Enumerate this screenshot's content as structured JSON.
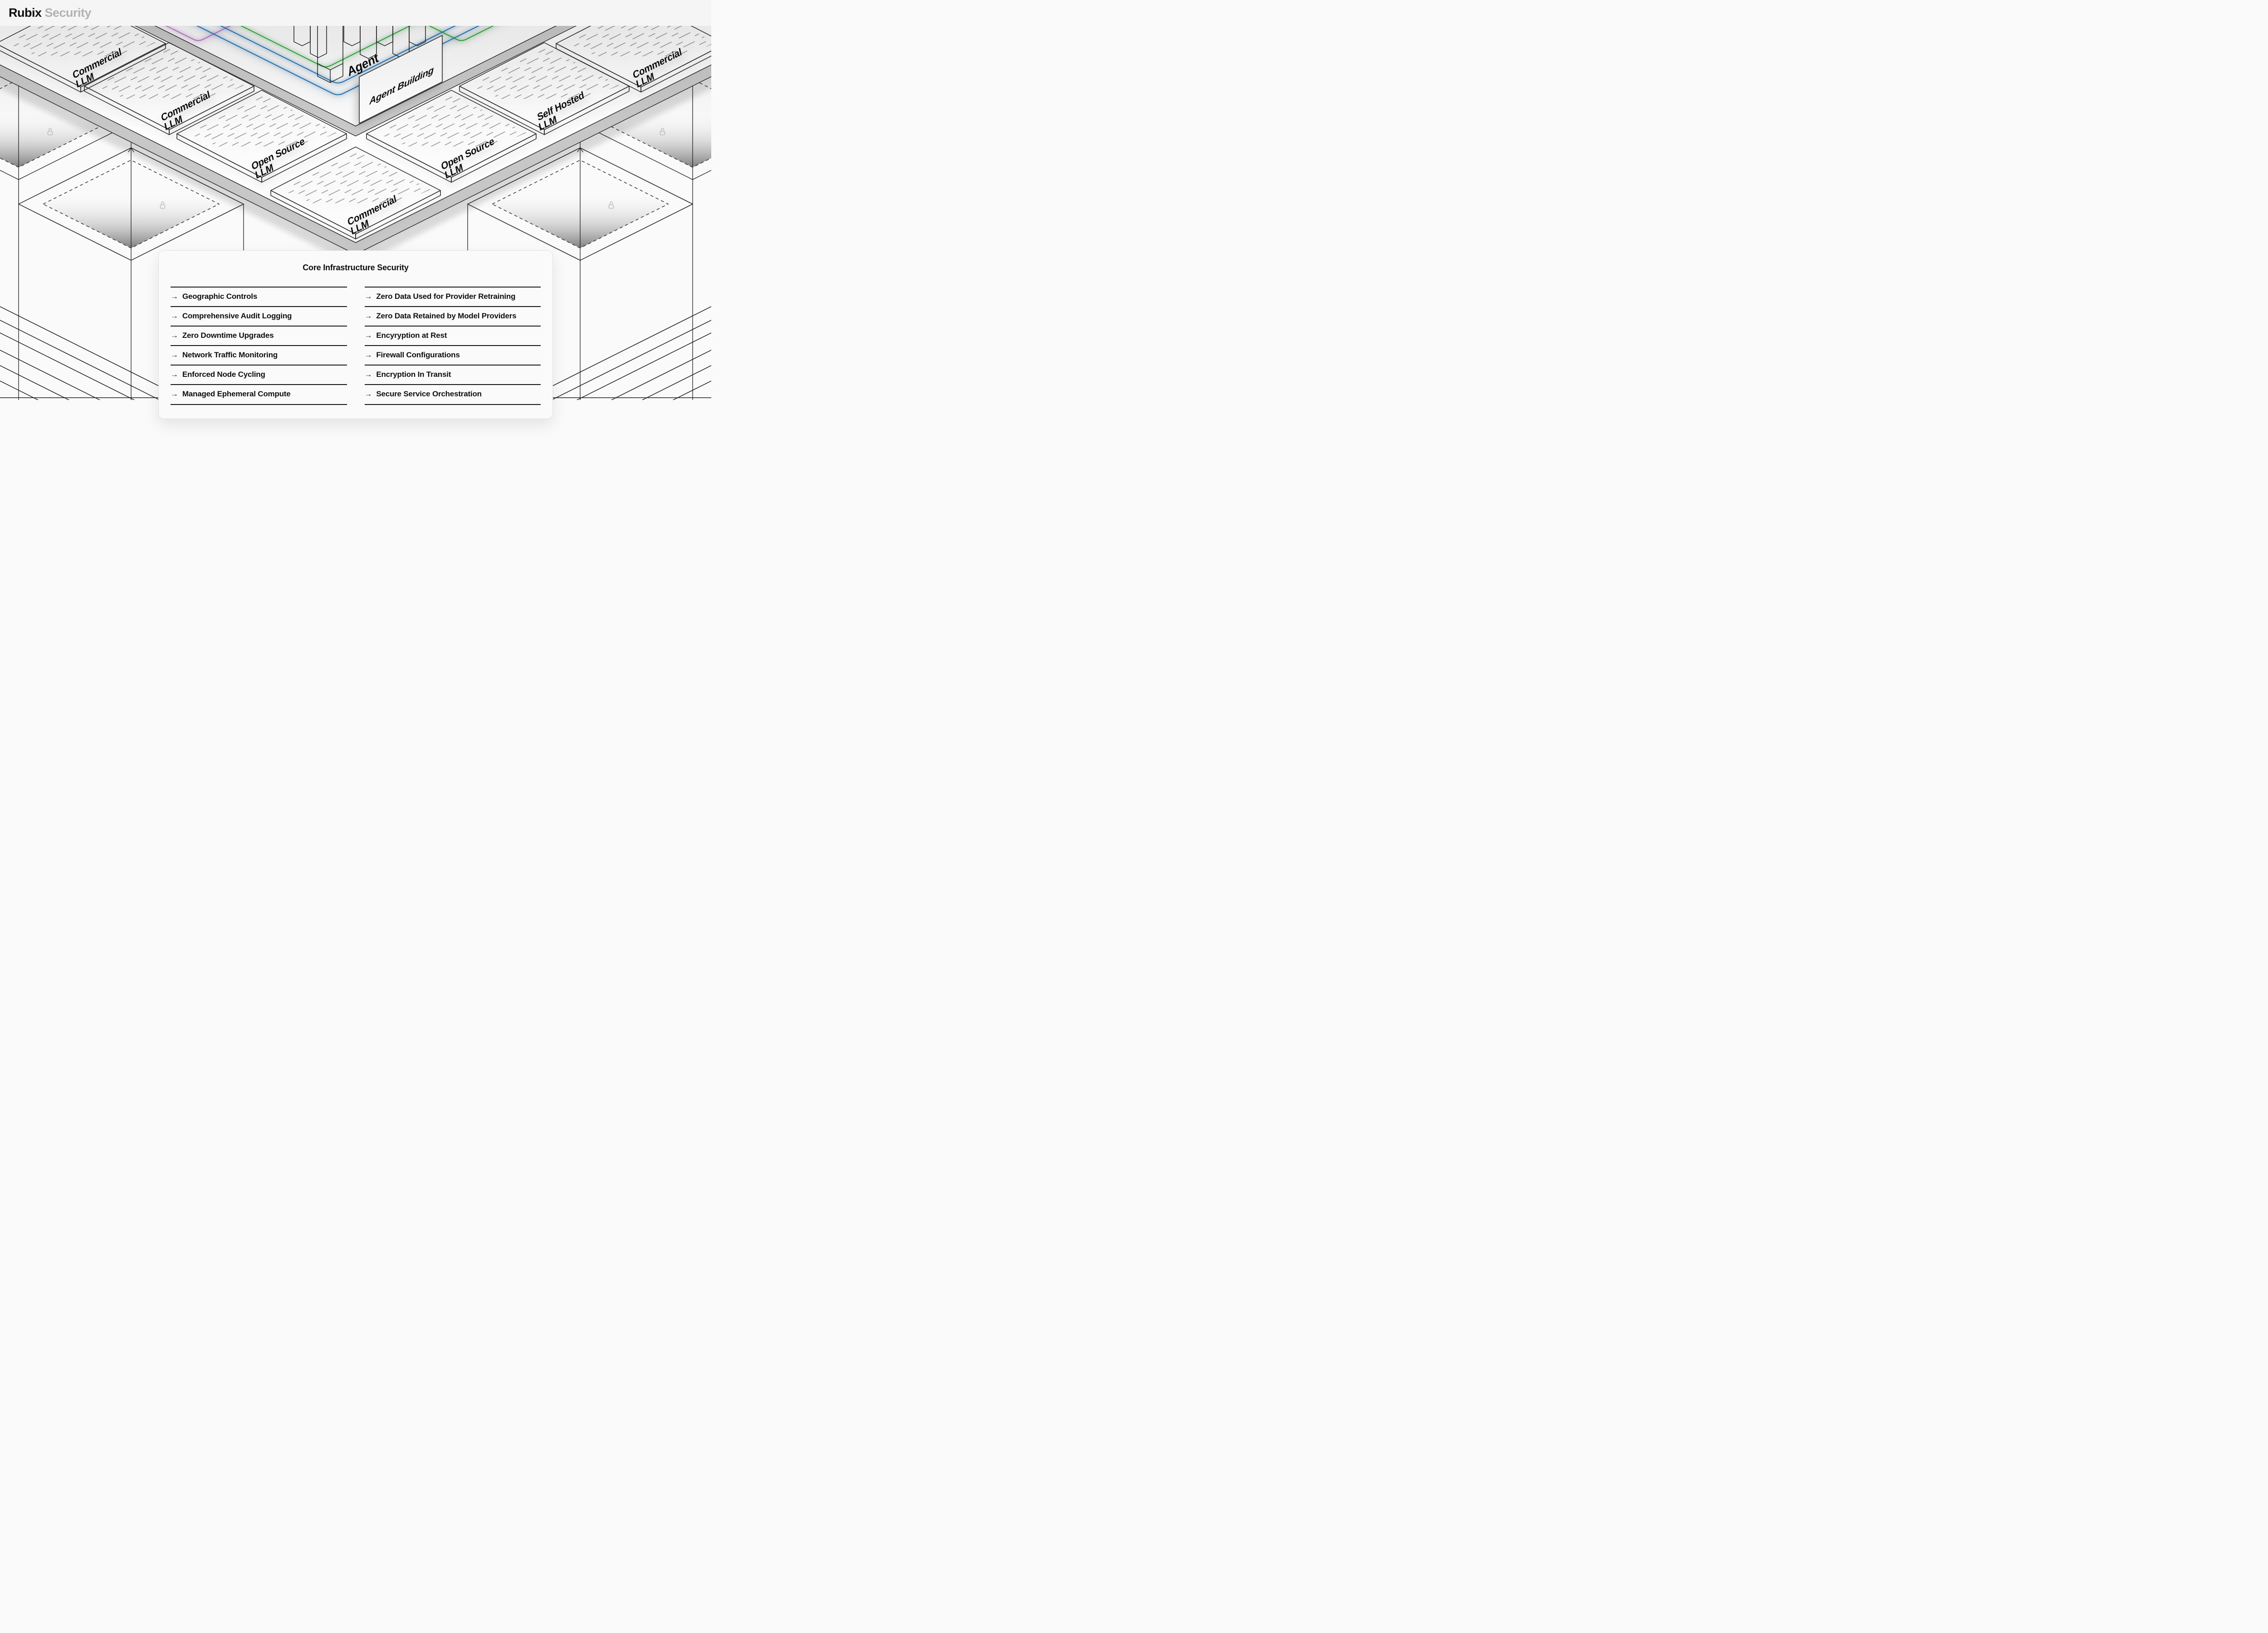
{
  "header": {
    "brand_primary": "Rubix",
    "brand_secondary": " Security"
  },
  "scene": {
    "tiles": [
      {
        "line1": "Commercial",
        "line2": "LLM"
      },
      {
        "line1": "Commercial",
        "line2": "LLM"
      },
      {
        "line1": "Open Source",
        "line2": "LLM"
      },
      {
        "line1": "Commercial",
        "line2": "LLM"
      },
      {
        "line1": "Open Source",
        "line2": "LLM"
      },
      {
        "line1": "Self Hosted",
        "line2": "LLM"
      },
      {
        "line1": "Commercial",
        "line2": "LLM"
      }
    ],
    "agent_label": "Agent",
    "wall_label": "Agent Building",
    "colors": {
      "blue": "#2173b6",
      "green": "#2fa83c",
      "purple": "#bc74cc",
      "band_gray": "#c7c7c7"
    }
  },
  "card": {
    "title": "Core Infrastructure Security",
    "arrow": "→",
    "left_items": [
      "Geographic Controls",
      "Comprehensive Audit Logging",
      "Zero Downtime Upgrades",
      "Network Traffic Monitoring",
      "Enforced Node Cycling",
      "Managed Ephemeral Compute"
    ],
    "right_items": [
      "Zero Data Used for Provider Retraining",
      "Zero Data Retained by Model Providers",
      "Encyryption at Rest",
      "Firewall Configurations",
      "Encryption In Transit",
      "Secure Service Orchestration"
    ]
  }
}
